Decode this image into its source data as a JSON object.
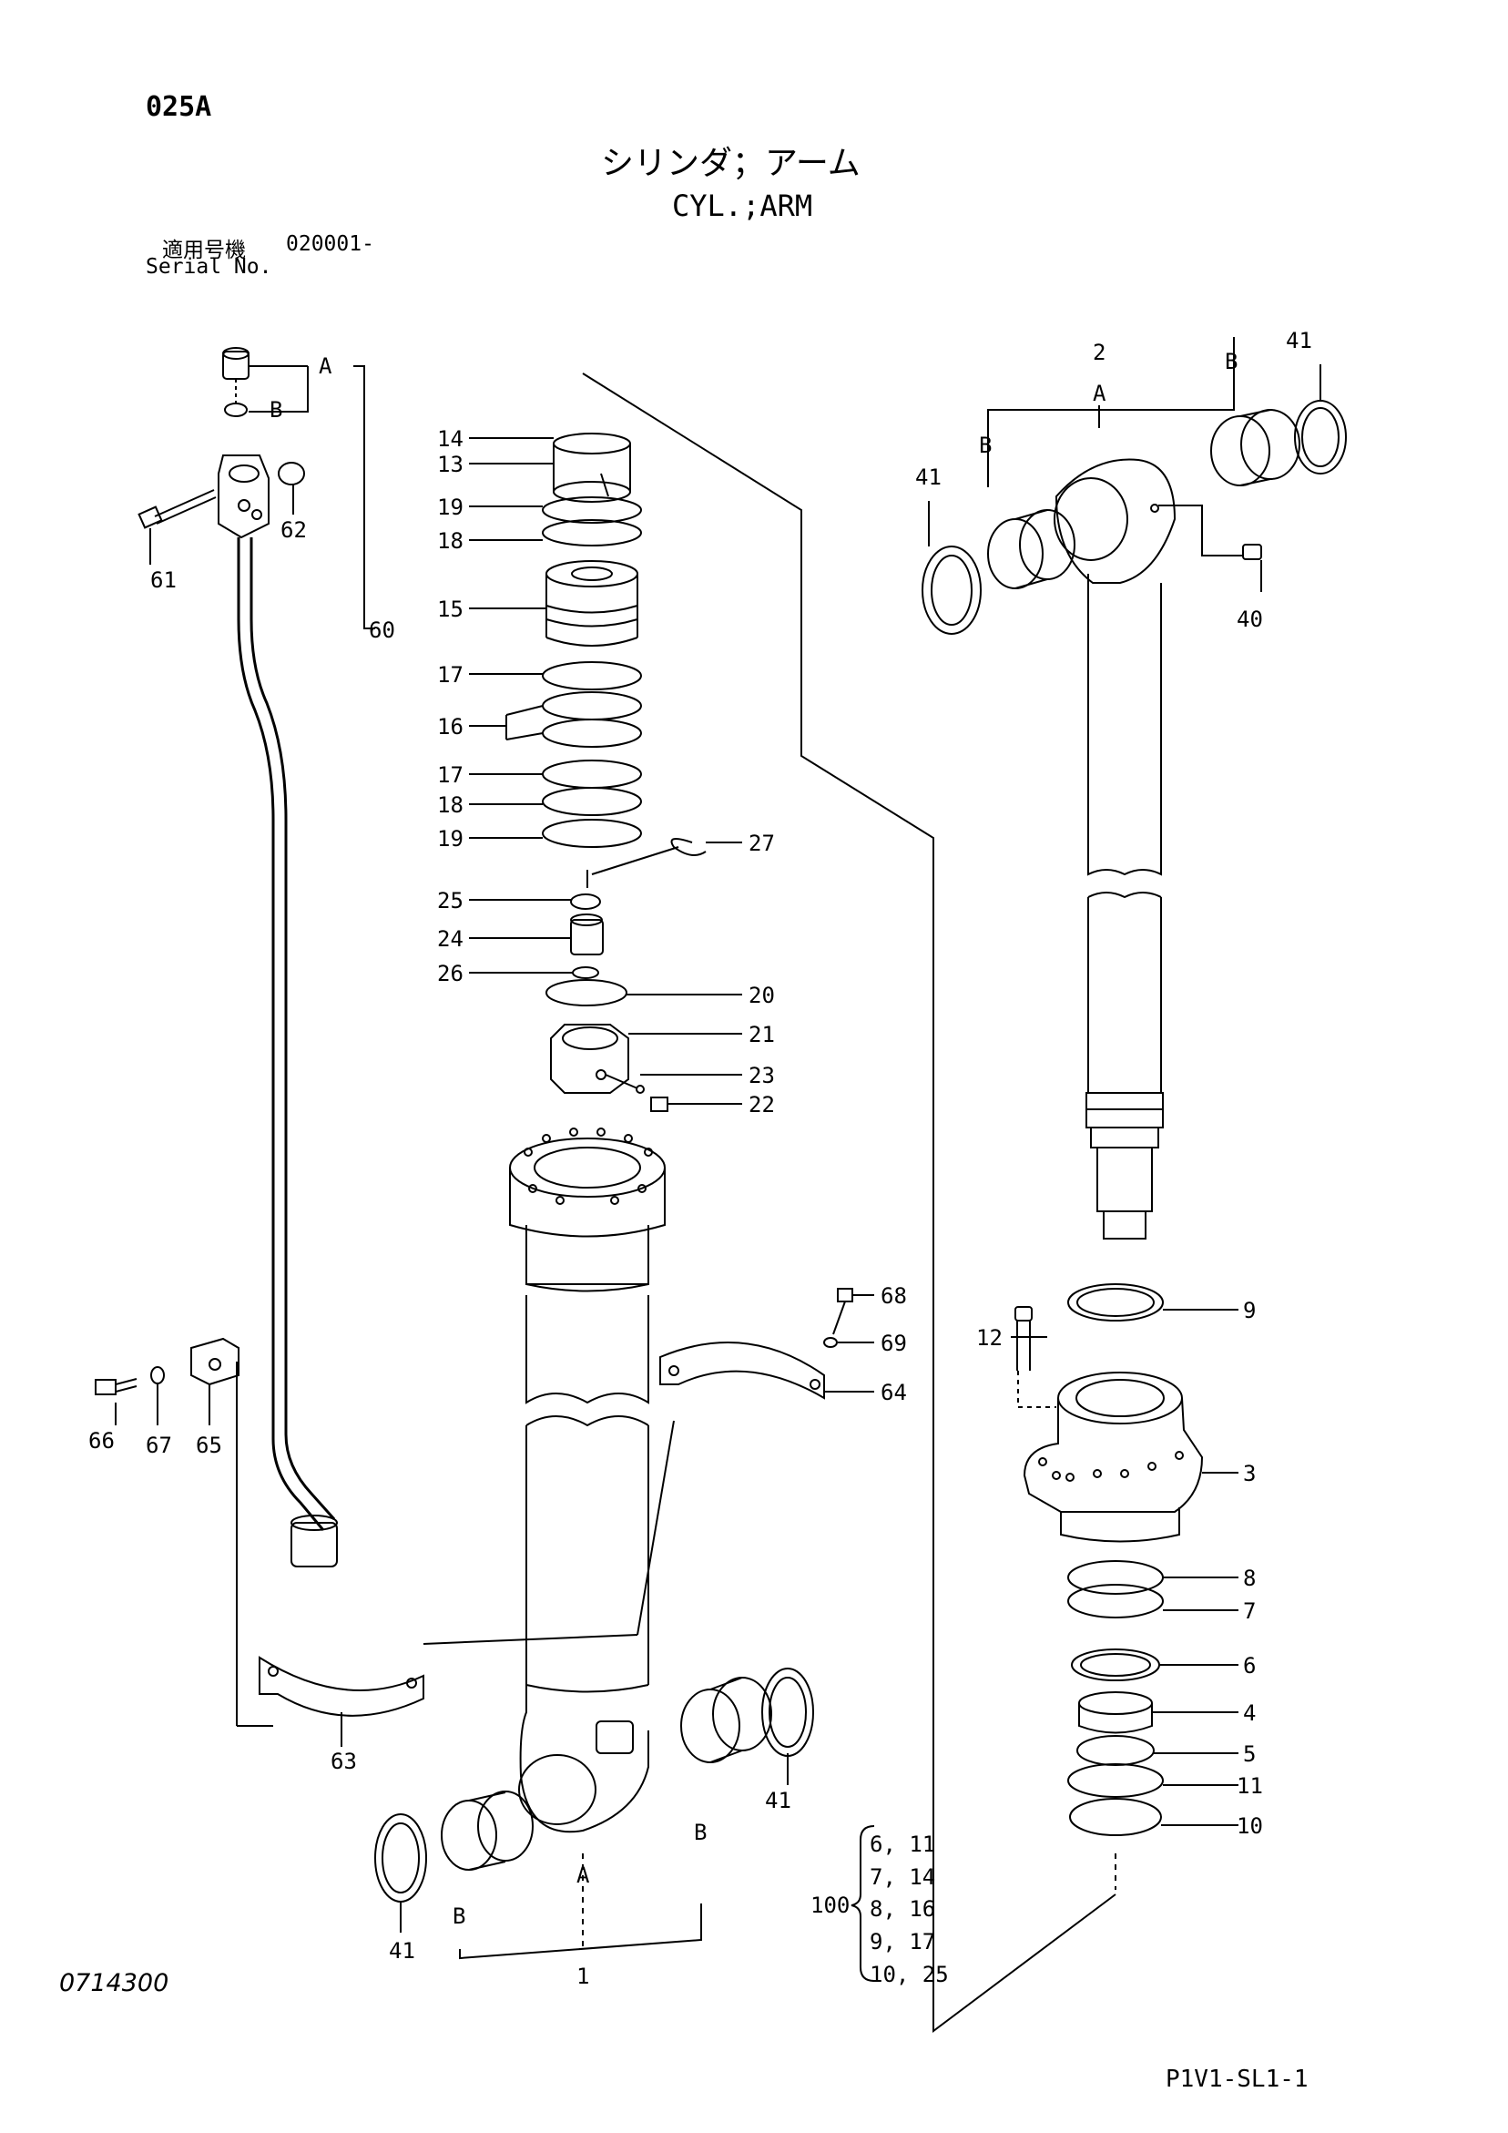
{
  "header": {
    "code": "025A",
    "title_jp": "シリンダ；アーム",
    "title_en": "CYL.;ARM",
    "serial_label_jp": "適用号機",
    "serial_range": "020001-",
    "serial_label_en": "Serial No."
  },
  "footer": {
    "drawing_number": "0714300",
    "page_code": "P1V1-SL1-1"
  },
  "callouts": {
    "c14": "14",
    "c13": "13",
    "c19a": "19",
    "c18a": "18",
    "c15": "15",
    "c17a": "17",
    "c16": "16",
    "c17b": "17",
    "c18b": "18",
    "c19b": "19",
    "c27": "27",
    "c25": "25",
    "c24": "24",
    "c26": "26",
    "c20": "20",
    "c21": "21",
    "c23": "23",
    "c22": "22",
    "c68": "68",
    "c69": "69",
    "c64": "64",
    "c63": "63",
    "c66": "66",
    "c67": "67",
    "c65": "65",
    "c60": "60",
    "c61": "61",
    "c62": "62",
    "cA_top": "A",
    "cB_top": "B",
    "c2": "2",
    "cA_rod": "A",
    "cB_rod_l": "B",
    "cB_rod_r": "B",
    "c41_tr": "41",
    "c41_tl": "41",
    "c40": "40",
    "c12": "12",
    "c9": "9",
    "c3": "3",
    "c8": "8",
    "c7": "7",
    "c6": "6",
    "c4": "4",
    "c5": "5",
    "c11": "11",
    "c10": "10",
    "c41_br": "41",
    "cB_bot_r": "B",
    "cA_bot": "A",
    "cB_bot_l": "B",
    "c41_bl": "41",
    "c1": "1"
  },
  "kit": {
    "number": "100",
    "rows": [
      "6, 11",
      "7, 14",
      "8, 16",
      "9, 17",
      "10, 25"
    ]
  }
}
